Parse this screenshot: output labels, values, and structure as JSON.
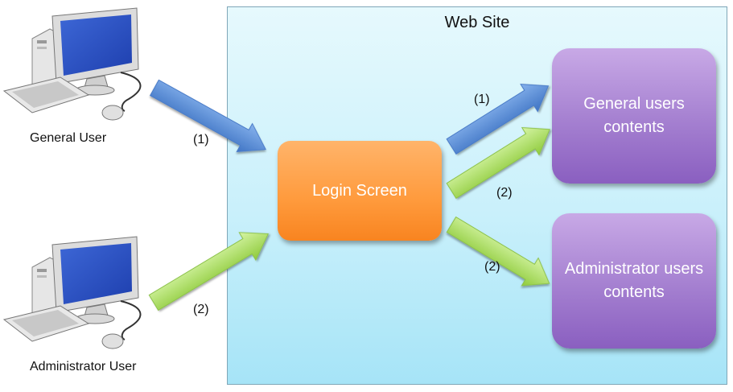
{
  "website": {
    "title": "Web Site"
  },
  "users": {
    "general": "General User",
    "administrator": "Administrator User"
  },
  "login": {
    "label": "Login Screen"
  },
  "contents": {
    "general": "General users contents",
    "administrator": "Administrator users contents"
  },
  "arrow_labels": {
    "general_to_login": "(1)",
    "admin_to_login": "(2)",
    "login_to_general_1": "(1)",
    "login_to_general_2": "(2)",
    "login_to_admin": "(2)"
  },
  "colors": {
    "arrow_blue": "#5b8fd6",
    "arrow_green": "#a6de5c",
    "login_orange": "#ff9a3c",
    "content_purple": "#a47fd0",
    "website_bg": "#c9f0fb"
  }
}
